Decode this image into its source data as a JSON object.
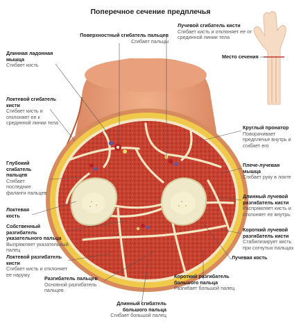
{
  "title": "Поперечное сечение предплечья",
  "labels": [
    {
      "id": "fds",
      "name": "Поверхностный сгибатель пальцев",
      "desc": "Сгибает пальцы"
    },
    {
      "id": "fcr",
      "name": "Лучевой сгибатель кисти",
      "desc": "Сгибает кисть и отклоняет ее от срединной линии тела"
    },
    {
      "id": "pl",
      "name": "Длинная ладонная мышца",
      "desc": "Сгибает кисть"
    },
    {
      "id": "section",
      "name": "Место сечения",
      "desc": ""
    },
    {
      "id": "fcu",
      "name": "Локтевой сгибатель кисти",
      "desc": "Сгибает кисть и отклоняет ее к срединной линии тела"
    },
    {
      "id": "pt",
      "name": "Круглый пронатор",
      "desc": "Поворачивает предплечье внутрь и сгибает его"
    },
    {
      "id": "fdp",
      "name": "Глубокий сгибатель пальцев",
      "desc": "Сгибает последние фаланги пальцев"
    },
    {
      "id": "br",
      "name": "Плече-лучевая мышца",
      "desc": "Сгибает руку в локте"
    },
    {
      "id": "ulna",
      "name": "Локтевая кость",
      "desc": ""
    },
    {
      "id": "ecrl",
      "name": "Длинный лучевой разгибатель кисти",
      "desc": "Распрямляет кисть и отклоняет ее внутрь"
    },
    {
      "id": "ei",
      "name": "Собственный разгибатель указательного пальца",
      "desc": "Выпрямляет указательный палец"
    },
    {
      "id": "ecrb",
      "name": "Короткий лучевой разгибатель кисти",
      "desc": "Стабилизирует кисть при согнутых пальцах"
    },
    {
      "id": "ecu",
      "name": "Локтевой разгибатель кисти",
      "desc": "Сгибает кисть и отклоняет ее наружу"
    },
    {
      "id": "radius",
      "name": "Лучевая кость",
      "desc": ""
    },
    {
      "id": "ed",
      "name": "Разгибатель пальцев",
      "desc": "Основной разгибатель пальцев"
    },
    {
      "id": "epb",
      "name": "Короткий разгибатель большого пальца",
      "desc": "Разгибает большой палец"
    },
    {
      "id": "fpl",
      "name": "Длинный сгибатель большого пальца",
      "desc": "Сгибает большой палец"
    }
  ],
  "colors": {
    "muscle": "#c8402f",
    "muscle_dark": "#8f2418",
    "fascia": "#f3e6c2",
    "fat": "#f0c94a",
    "skin": "#d9805a",
    "bone": "#efe9c9"
  }
}
